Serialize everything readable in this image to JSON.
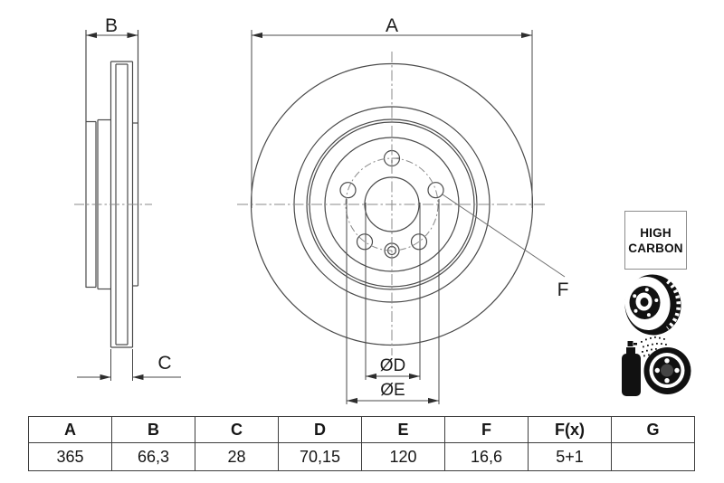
{
  "drawing": {
    "labels": {
      "A": "A",
      "B": "B",
      "C": "C",
      "F": "F",
      "dia_d": "ØD",
      "dia_e": "ØE"
    }
  },
  "badge": {
    "line1": "HIGH",
    "line2": "CARBON"
  },
  "icons": {
    "icon1": "vented-brake-disc",
    "icon2": "coated-brake-disc-spray"
  },
  "spec_table": {
    "headers": [
      "A",
      "B",
      "C",
      "D",
      "E",
      "F",
      "F(x)",
      "G"
    ],
    "values": [
      "365",
      "66,3",
      "28",
      "70,15",
      "120",
      "16,6",
      "5+1",
      ""
    ]
  },
  "colors": {
    "line": "#4a4a4a",
    "centerline": "#8a8a8a",
    "leader": "#6e6e6e",
    "arrow": "#2e2e2e",
    "icon": "#111111"
  }
}
